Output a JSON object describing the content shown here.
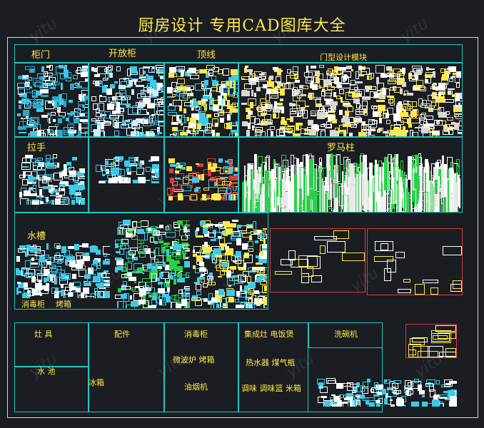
{
  "title": "厨房设计 专用CAD图库大全",
  "watermark": "yitu",
  "sections": {
    "cabinet_door": "柜门",
    "open_cabinet": "开放柜",
    "top_line": "顶线",
    "door_module": "门型设计模块",
    "handle": "拉手",
    "roman_column": "罗马柱",
    "sink": "水槽",
    "disinfection_cabinet_left": "消毒柜",
    "oven": "烤箱",
    "stove": "灶 具",
    "fittings": "配件",
    "disinfection_cabinet": "消毒柜",
    "integrated_stove": "集成灶 电饭煲",
    "dishwasher": "洗碗机",
    "microwave_oven": "微波炉 烤箱",
    "water_heater": "热水器 煤气瓶",
    "water_basin": "水 池",
    "fridge": "冰箱",
    "range_hood": "油烟机",
    "seasoning_basket": "调味 调味篮 米箱"
  },
  "colors": {
    "background": "#1a1d21",
    "frame": "#1fc8c8",
    "label": "#ffe94a",
    "drawing": "#e8e8e8",
    "accent_red": "#e03a3a"
  }
}
